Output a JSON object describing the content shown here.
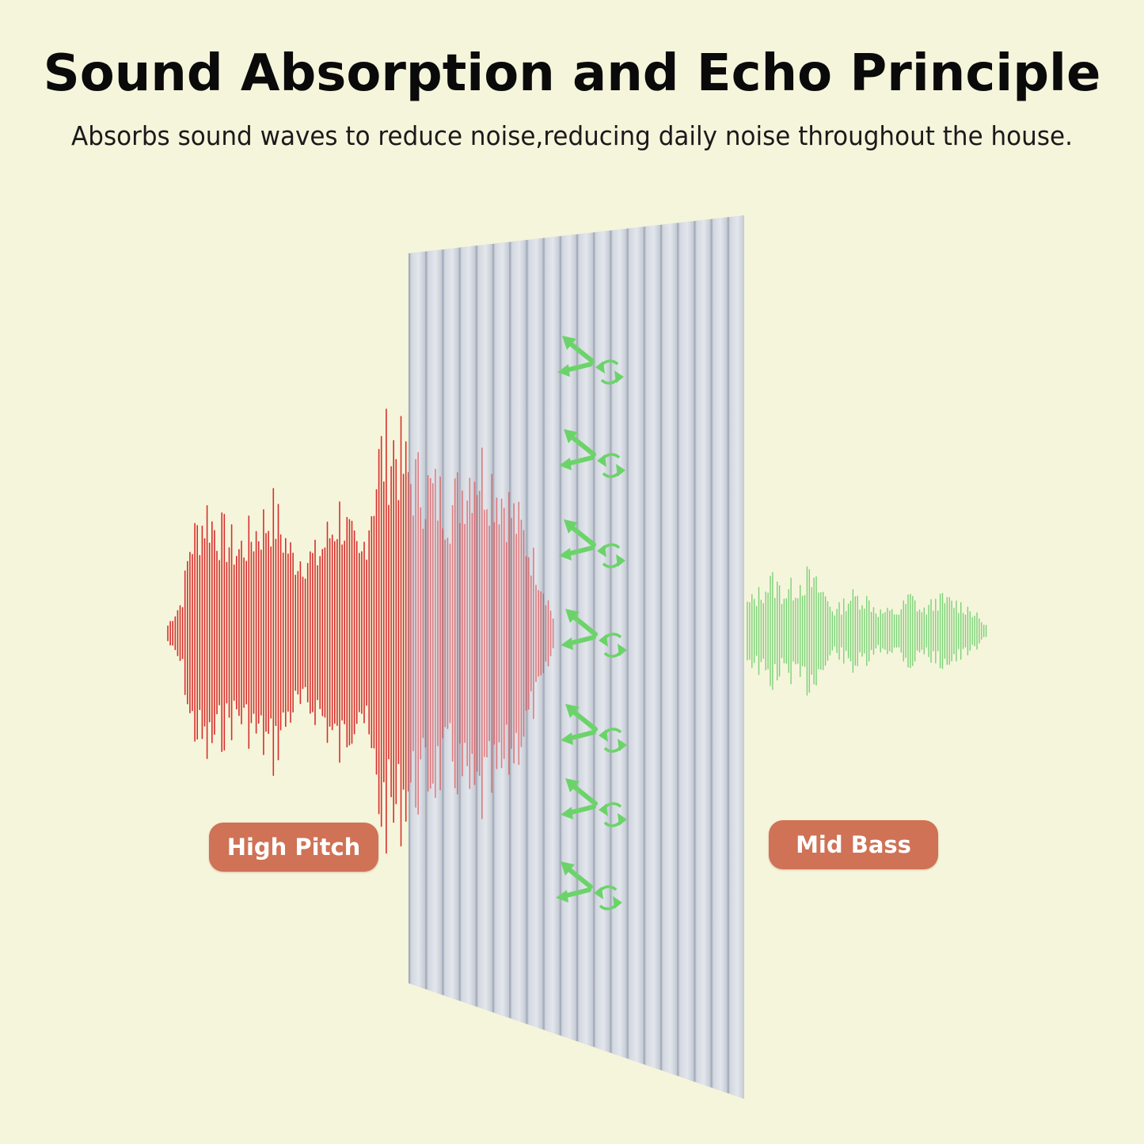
{
  "header": {
    "title": "Sound Absorption and Echo Principle",
    "subtitle": "Absorbs sound waves to reduce noise,reducing daily noise throughout the house."
  },
  "labels": {
    "incoming": "High Pitch",
    "outgoing": "Mid Bass"
  },
  "colors": {
    "background": "#f5f5dc",
    "incoming_wave": "#d41a1a",
    "outgoing_wave": "#6ccf6c",
    "panel": "#d9dee6",
    "panel_groove": "#a7aebb",
    "label_bg": "#cf7256",
    "arrow": "#6cd36a"
  },
  "icons": {
    "reflection_arrows": "arrow-reflect-icon",
    "absorb_cycle": "recycle-arrows-icon"
  },
  "panel": {
    "slat_count": 20
  },
  "reflection_icon_rows": 7
}
